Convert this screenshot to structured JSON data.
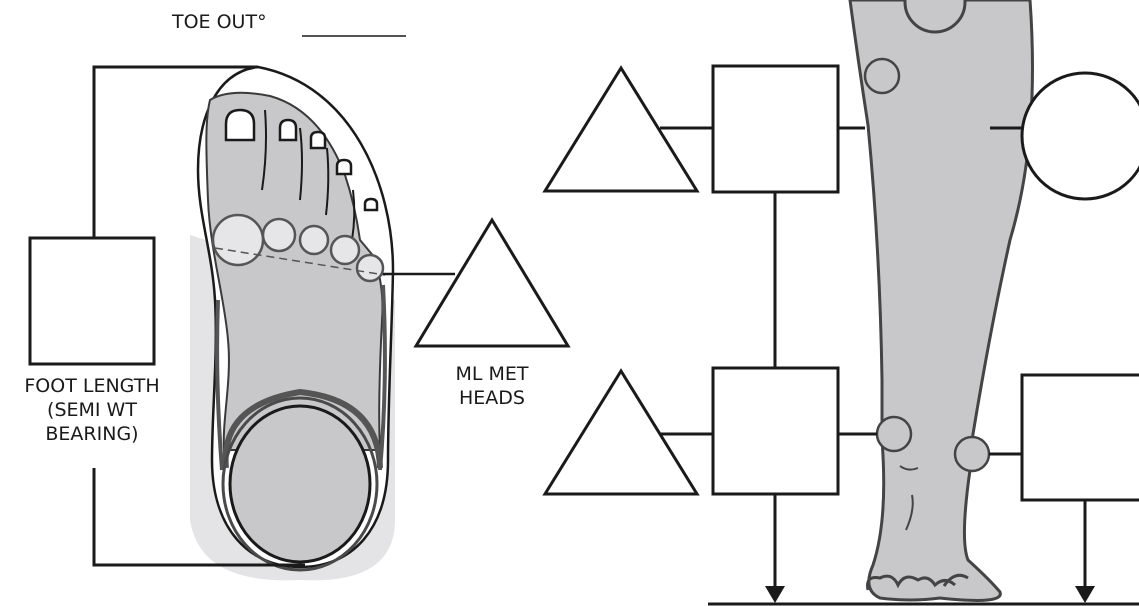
{
  "labels": {
    "toe_out": "TOE OUT°",
    "foot_length_1": "FOOT LENGTH",
    "foot_length_2": "(SEMI WT",
    "foot_length_3": "BEARING)",
    "ml_met_1": "ML MET",
    "ml_met_2": "HEADS"
  },
  "colors": {
    "line": "#1a1a1a",
    "fill_gray": "#c8c8ca",
    "fill_shadow": "#e4e4e6",
    "fill_light": "#e6e6e8",
    "box_fill": "#ffffff"
  }
}
